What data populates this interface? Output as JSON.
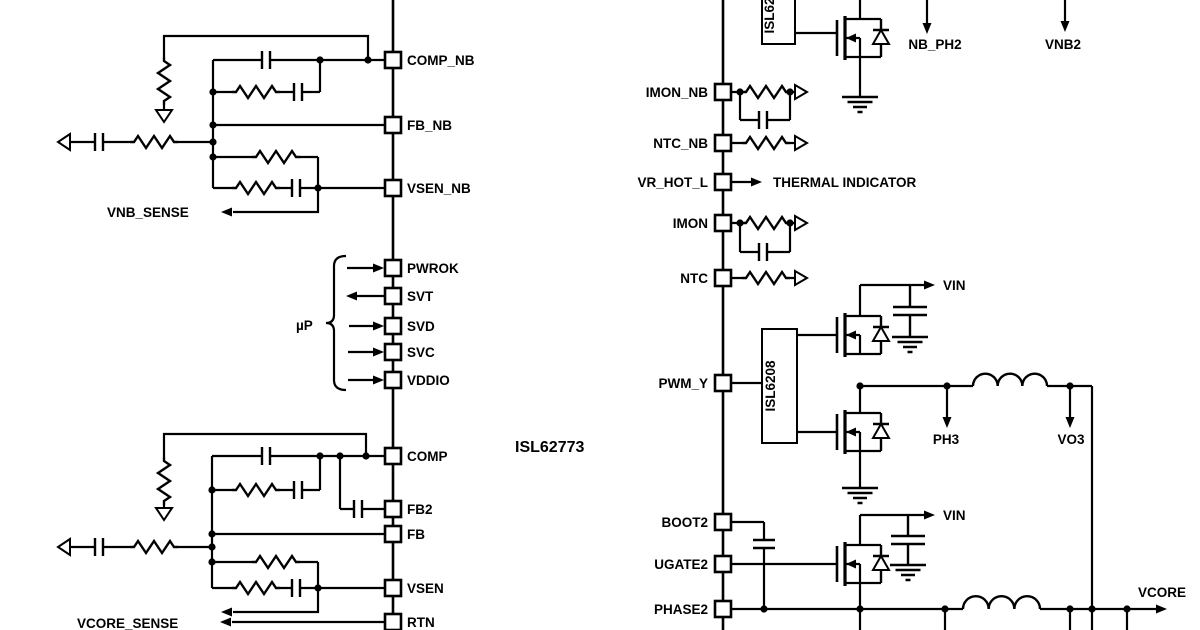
{
  "schematic": {
    "main_ic_label": "ISL62773",
    "driver_ic_label": "ISL6208",
    "left_pins": {
      "comp_nb": "COMP_NB",
      "fb_nb": "FB_NB",
      "vsen_nb": "VSEN_NB",
      "pwrok": "PWROK",
      "svt": "SVT",
      "svd": "SVD",
      "svc": "SVC",
      "vddio": "VDDIO",
      "comp": "COMP",
      "fb2": "FB2",
      "fb": "FB",
      "vsen": "VSEN",
      "rtn": "RTN"
    },
    "right_pins": {
      "imon_nb": "IMON_NB",
      "ntc_nb": "NTC_NB",
      "vr_hot_l": "VR_HOT_L",
      "imon": "IMON",
      "ntc": "NTC",
      "pwm_y": "PWM_Y",
      "boot2": "BOOT2",
      "ugate2": "UGATE2",
      "phase2": "PHASE2"
    },
    "net_labels": {
      "vnb_sense": "VNB_SENSE",
      "vcore_sense": "VCORE_SENSE",
      "micro": "µP",
      "thermal": "THERMAL INDICATOR",
      "nb_ph2": "NB_PH2",
      "vnb2": "VNB2",
      "vin": "VIN",
      "ph3": "PH3",
      "vo3": "VO3",
      "vcore": "VCORE"
    },
    "colors": {
      "ink": "#000000",
      "background": "#ffffff"
    }
  }
}
